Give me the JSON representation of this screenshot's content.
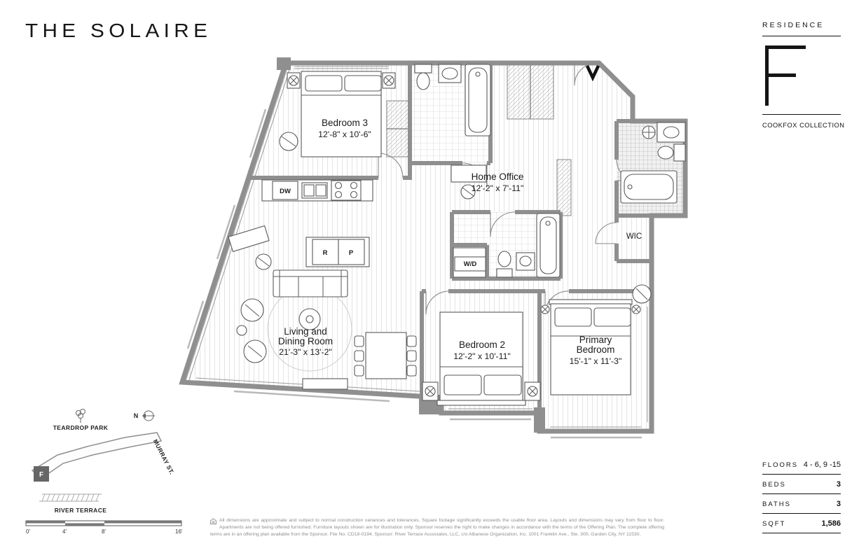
{
  "brand": {
    "title": "THE SOLAIRE",
    "residence_label": "RESIDENCE",
    "residence_letter": "F",
    "collection": "COOKFOX COLLECTION"
  },
  "rooms": {
    "bedroom3": {
      "name": "Bedroom 3",
      "dims": "12'-8\" x 10'-6\""
    },
    "home_office": {
      "name": "Home Office",
      "dims": "12'-2\" x 7'-11\""
    },
    "living": {
      "name_line1": "Living and",
      "name_line2": "Dining Room",
      "dims": "21'-3\" x 13'-2\""
    },
    "bedroom2": {
      "name": "Bedroom 2",
      "dims": "12'-2\" x 10'-11\""
    },
    "primary": {
      "name_line1": "Primary",
      "name_line2": "Bedroom",
      "dims": "15'-1\" x 11'-3\""
    },
    "wic": "WIC",
    "wd": "W/D",
    "dw": "DW",
    "r": "R",
    "p": "P"
  },
  "sitemap": {
    "teardrop_park": "TEARDROP PARK",
    "river_terrace": "RIVER TERRACE",
    "murray_st": "MURRAY ST.",
    "north": "N",
    "unit": "F"
  },
  "scalebar": {
    "ticks": [
      "0'",
      "4'",
      "8'",
      "16'"
    ]
  },
  "disclaimer": {
    "text": "All dimensions are approximate and subject to normal construction variances and tolerances. Square footage significantly exceeds the usable floor area. Layouts and dimensions may vary from floor to floor. Apartments are not being offered furnished. Furniture layouts shown are for illustration only. Sponsor reserves the right to make changes in accordance with the terms of the Offering Plan. The complete offering terms are in an offering plan available from the Sponsor. File No. CD18-0194. Sponsor: River Terrace Associates, LLC, c/o Albanese Organization, Inc. 1001 Franklin Ave., Ste. 300, Garden City, NY 11530."
  },
  "stats": [
    {
      "label": "FLOORS",
      "value": "4 - 6, 9 -15"
    },
    {
      "label": "BEDS",
      "value": "3"
    },
    {
      "label": "BATHS",
      "value": "3"
    },
    {
      "label": "SQFT",
      "value": "1,586"
    }
  ],
  "icons": {
    "tree": "tree-icon",
    "compass": "north-compass-icon",
    "entry_arrow": "entry-arrow-icon",
    "equal_housing": "equal-housing-icon"
  },
  "colors": {
    "wall": "#8f8f8f",
    "text": "#111111",
    "muted": "#8f8f8f"
  }
}
